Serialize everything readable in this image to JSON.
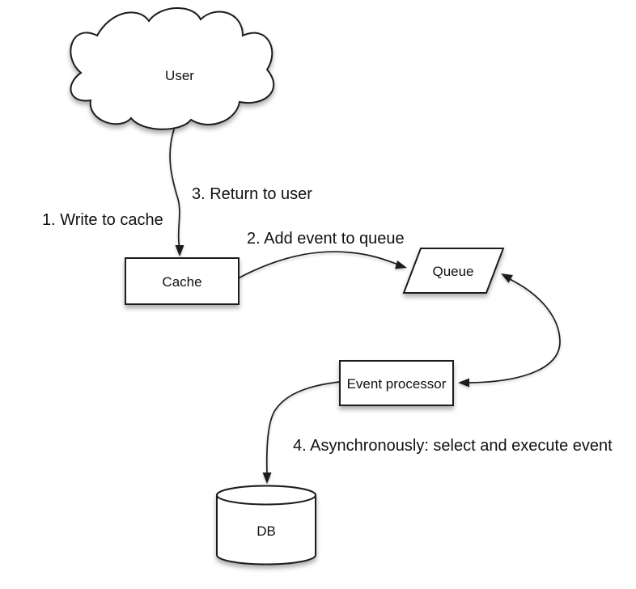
{
  "diagram": {
    "type": "flow-diagram",
    "subject": "write-behind cache pattern",
    "colors": {
      "background": "#ffffff",
      "shape_fill": "#ffffff",
      "stroke": "#1c1c1c",
      "text": "#111111",
      "shadow": "rgba(0,0,0,0.32)"
    },
    "nodes": {
      "user": {
        "label": "User",
        "shape": "cloud"
      },
      "cache": {
        "label": "Cache",
        "shape": "rectangle"
      },
      "queue": {
        "label": "Queue",
        "shape": "parallelogram"
      },
      "event_processor": {
        "label": "Event processor",
        "shape": "rectangle"
      },
      "db": {
        "label": "DB",
        "shape": "cylinder"
      }
    },
    "edge_labels": {
      "step1": "1. Write to cache",
      "step2": "2. Add event to queue",
      "step3": "3. Return to user",
      "step4": "4. Asynchronously: select and execute event"
    },
    "edges": [
      {
        "from": "user",
        "to": "cache",
        "arrow": "single",
        "style": "curved"
      },
      {
        "from": "cache",
        "to": "queue",
        "arrow": "single",
        "style": "curved"
      },
      {
        "from": "queue",
        "to": "event_processor",
        "arrow": "double",
        "style": "curved"
      },
      {
        "from": "event_processor",
        "to": "db",
        "arrow": "single",
        "style": "curved"
      }
    ]
  }
}
